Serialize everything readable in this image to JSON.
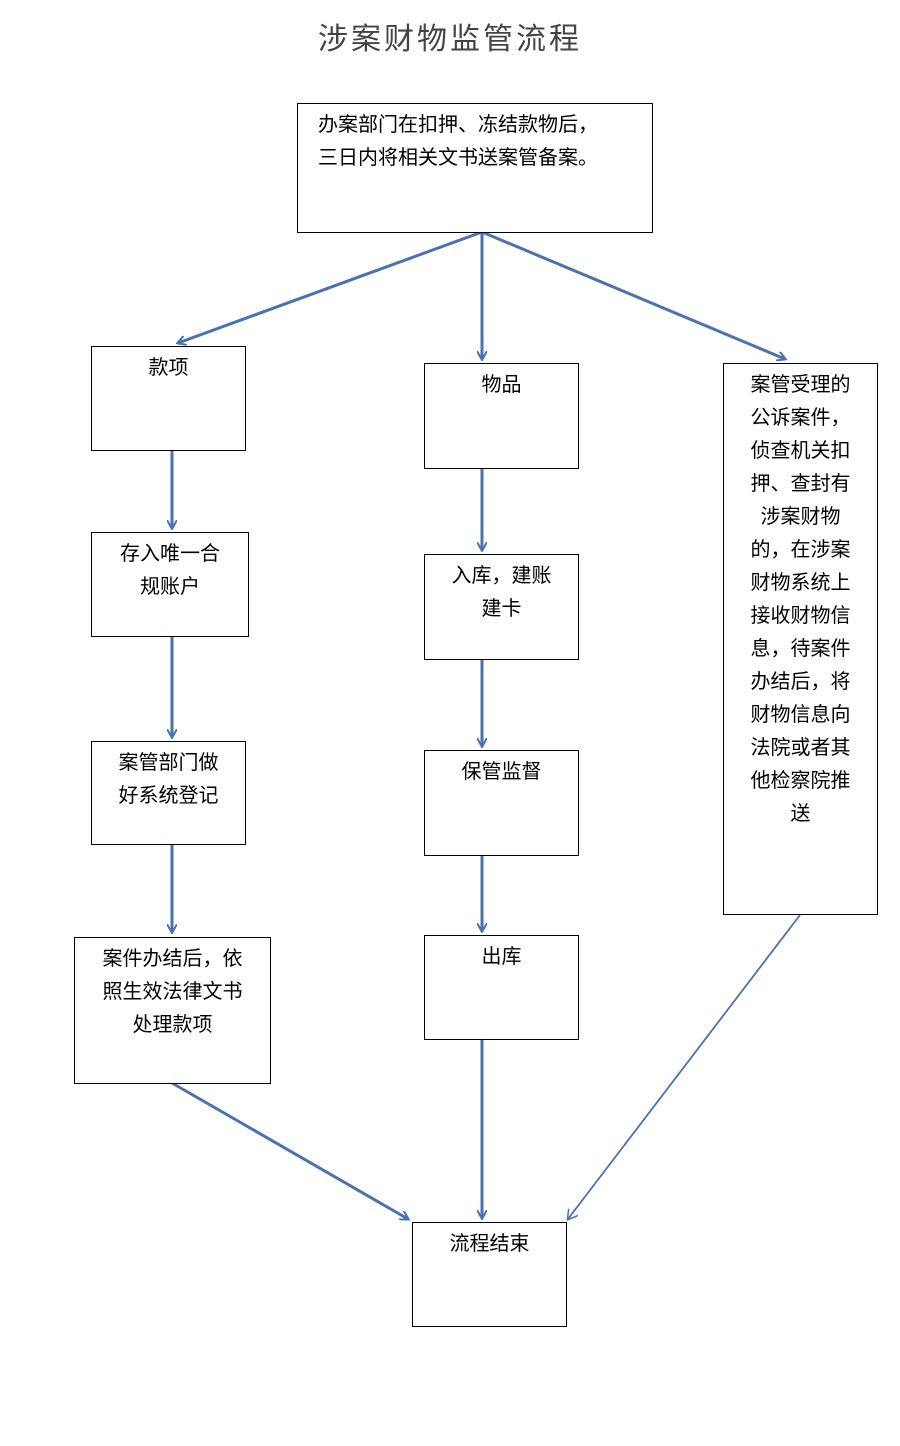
{
  "title": "涉案财物监管流程",
  "colors": {
    "arrow": "#4a72b0",
    "border": "#000000"
  },
  "nodes": {
    "start": "办案部门在扣押、冻结款物后，\n三日内将相关文书送案管备案。",
    "money": "款项",
    "money_1": "存入唯一合\n规账户",
    "money_2": "案管部门做\n好系统登记",
    "money_3": "案件办结后，依\n照生效法律文书\n处理款项",
    "goods": "物品",
    "goods_1": "入库，建账\n建卡",
    "goods_2": "保管监督",
    "goods_3": "出库",
    "case": "案管受理的\n公诉案件，\n侦查机关扣\n押、查封有\n涉案财物\n的，在涉案\n财物系统上\n接收财物信\n息，待案件\n办结后，将\n财物信息向\n法院或者其\n他检察院推\n送",
    "end": "流程结束"
  }
}
